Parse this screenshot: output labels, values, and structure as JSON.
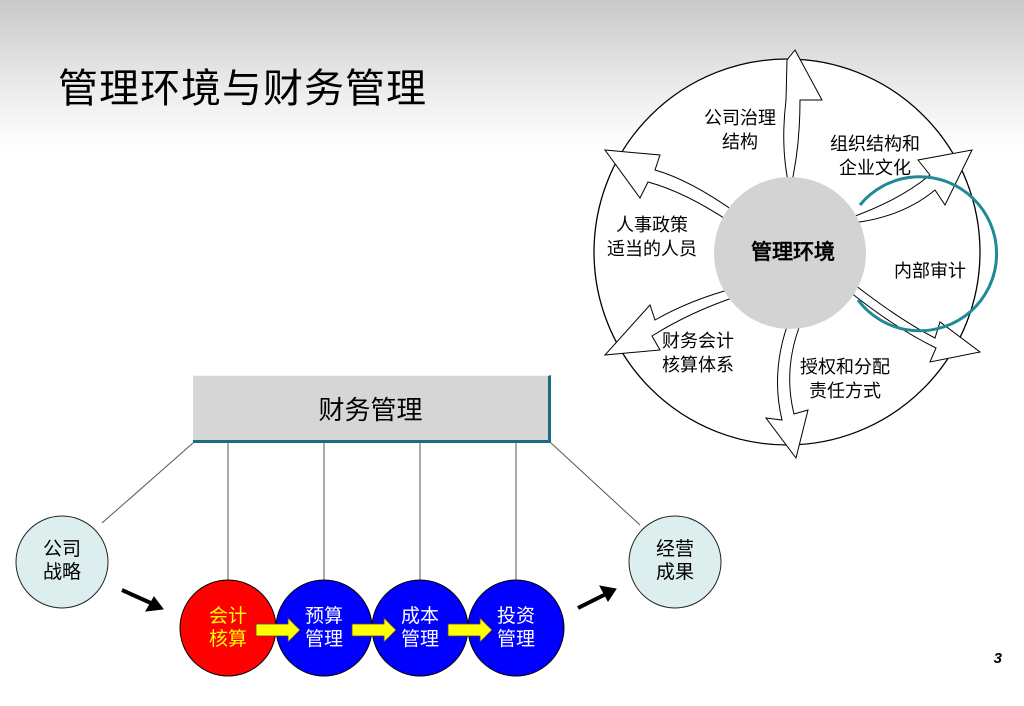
{
  "slide": {
    "title": "管理环境与财务管理",
    "page_number": "3"
  },
  "environment": {
    "hub_label": "管理环境",
    "segments": [
      {
        "lines": [
          "公司治理",
          "结构"
        ]
      },
      {
        "lines": [
          "组织结构和",
          "企业文化"
        ]
      },
      {
        "lines": [
          "内部审计"
        ]
      },
      {
        "lines": [
          "授权和分配",
          "责任方式"
        ]
      },
      {
        "lines": [
          "财务会计",
          "核算体系"
        ]
      },
      {
        "lines": [
          "人事政策",
          "适当的人员"
        ]
      }
    ]
  },
  "finance": {
    "box_label": "财务管理",
    "left_node": {
      "lines": [
        "公司",
        "战略"
      ]
    },
    "right_node": {
      "lines": [
        "经营",
        "成果"
      ]
    },
    "process_steps": [
      {
        "lines": [
          "会计",
          "核算"
        ],
        "color": "#ff0000",
        "text_color": "#ffff00"
      },
      {
        "lines": [
          "预算",
          "管理"
        ],
        "color": "#0000ff",
        "text_color": "#ffffff"
      },
      {
        "lines": [
          "成本",
          "管理"
        ],
        "color": "#0000ff",
        "text_color": "#ffffff"
      },
      {
        "lines": [
          "投资",
          "管理"
        ],
        "color": "#0000ff",
        "text_color": "#ffffff"
      }
    ],
    "flow_arrow_color": "#ffff00",
    "side_node_color": "#ddeeee"
  }
}
